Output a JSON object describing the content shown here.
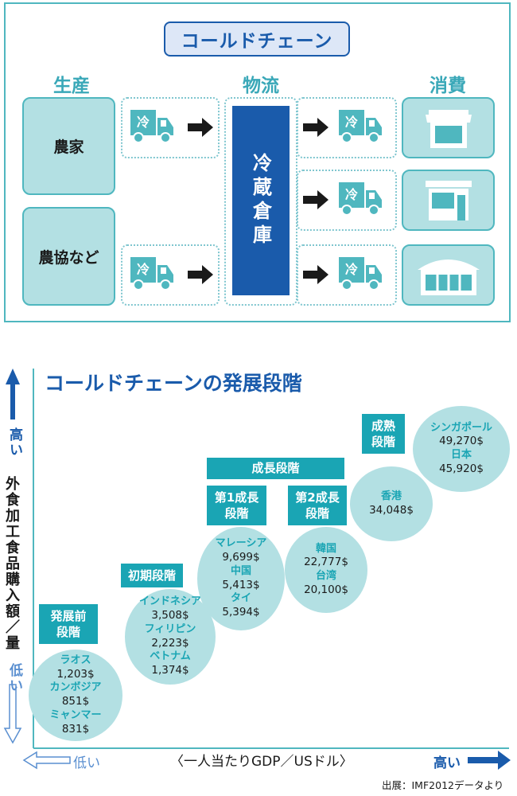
{
  "diagram": {
    "title": "コールドチェーン",
    "columns": {
      "production": "生産",
      "logistics": "物流",
      "consumption": "消費"
    },
    "producers": [
      "農家",
      "農協など"
    ],
    "truck_label": "冷",
    "warehouse": "冷蔵倉庫",
    "stores": [
      "market-store-icon",
      "convenience-store-icon",
      "warehouse-store-icon"
    ],
    "colors": {
      "teal": "#4fb7bf",
      "light_teal": "#b3e0e3",
      "navy": "#1a5bab"
    }
  },
  "chart_data": {
    "type": "bubble-staircase",
    "title": "コールドチェーンの発展段階",
    "ylabel": "外食加工食品購入額／量",
    "y_high": "高い",
    "y_low": "低い",
    "xlabel": "〈一人当たりGDP／USドル〉",
    "x_low": "低い",
    "x_high": "高い",
    "source": "出展：IMF2012データより",
    "growth_group": "成長段階",
    "stages": [
      {
        "label": "発展前\n段階",
        "countries": [
          {
            "name": "ラオス",
            "gdp": "1,203$"
          },
          {
            "name": "カンボジア",
            "gdp": "851$"
          },
          {
            "name": "ミャンマー",
            "gdp": "831$"
          }
        ]
      },
      {
        "label": "初期段階",
        "countries": [
          {
            "name": "インドネシア",
            "gdp": "3,508$"
          },
          {
            "name": "フィリピン",
            "gdp": "2,223$"
          },
          {
            "name": "ベトナム",
            "gdp": "1,374$"
          }
        ]
      },
      {
        "label": "第1成長\n段階",
        "countries": [
          {
            "name": "マレーシア",
            "gdp": "9,699$"
          },
          {
            "name": "中国",
            "gdp": "5,413$"
          },
          {
            "name": "タイ",
            "gdp": "5,394$"
          }
        ]
      },
      {
        "label": "第2成長\n段階",
        "countries": [
          {
            "name": "韓国",
            "gdp": "22,777$"
          },
          {
            "name": "台湾",
            "gdp": "20,100$"
          }
        ]
      },
      {
        "label": "成熟\n段階",
        "countries": [
          {
            "name": "香港",
            "gdp": "34,048$"
          }
        ]
      },
      {
        "label": "",
        "countries": [
          {
            "name": "シンガポール",
            "gdp": "49,270$"
          },
          {
            "name": "日本",
            "gdp": "45,920$"
          }
        ]
      }
    ]
  }
}
